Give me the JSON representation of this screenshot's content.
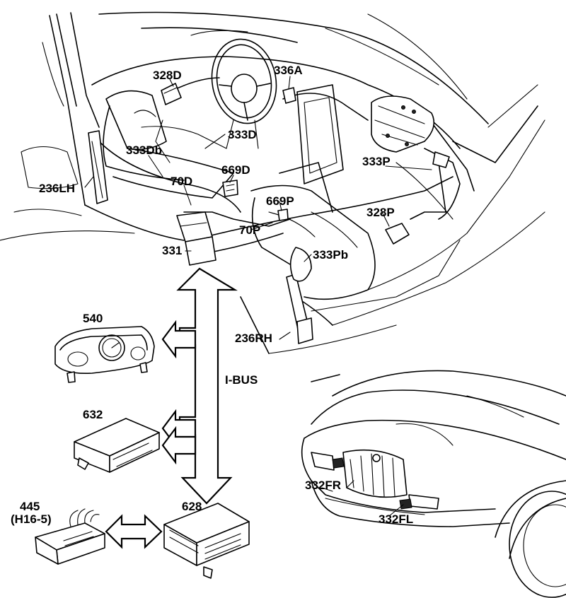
{
  "labels": {
    "l328D": "328D",
    "l336A": "336A",
    "l333D": "333D",
    "l333Db": "333Db",
    "l669D": "669D",
    "l333P": "333P",
    "l70D": "70D",
    "l236LH": "236LH",
    "l669P": "669P",
    "l328P": "328P",
    "l70P": "70P",
    "l331": "331",
    "l333Pb": "333Pb",
    "l540": "540",
    "l236RH": "236RH",
    "lIBUS": "I-BUS",
    "l632": "632",
    "l332FR": "332FR",
    "l445": "445",
    "lH165": "(H16-5)",
    "l628": "628",
    "l332FL": "332FL"
  }
}
